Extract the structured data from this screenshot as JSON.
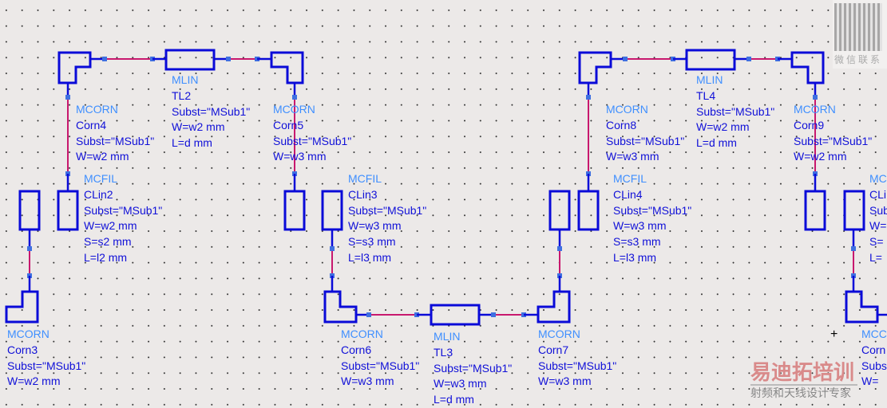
{
  "colors": {
    "component": "#0a0ad8",
    "wire": "#c8186e",
    "node": "#3f70e0",
    "type_label": "#3f8fff",
    "label": "#1010d8"
  },
  "components": [
    {
      "type": "MCORN",
      "name": "Corn4",
      "lines": [
        "Subst=\"MSub1\"",
        "W=w2 mm"
      ]
    },
    {
      "type": "MLIN",
      "name": "TL2",
      "lines": [
        "Subst=\"MSub1\"",
        "W=w2 mm",
        "L=d mm"
      ]
    },
    {
      "type": "MCORN",
      "name": "Corn5",
      "lines": [
        "Subst=\"MSub1\"",
        "W=w3 mm"
      ]
    },
    {
      "type": "MCFIL",
      "name": "CLin2",
      "lines": [
        "Subst=\"MSub1\"",
        "W=w2 mm",
        "S=s2 mm",
        "L=l2 mm"
      ]
    },
    {
      "type": "MCFIL",
      "name": "CLin3",
      "lines": [
        "Subst=\"MSub1\"",
        "W=w3 mm",
        "S=s3 mm",
        "L=l3 mm"
      ]
    },
    {
      "type": "MCORN",
      "name": "Corn3",
      "lines": [
        "Subst=\"MSub1\"",
        "W=w2 mm"
      ]
    },
    {
      "type": "MCORN",
      "name": "Corn6",
      "lines": [
        "Subst=\"MSub1\"",
        "W=w3 mm"
      ]
    },
    {
      "type": "MLIN",
      "name": "TL3",
      "lines": [
        "Subst=\"MSub1\"",
        "W=w3 mm",
        "L=d mm"
      ]
    },
    {
      "type": "MCORN",
      "name": "Corn7",
      "lines": [
        "Subst=\"MSub1\"",
        "W=w3 mm"
      ]
    },
    {
      "type": "MCORN",
      "name": "Corn8",
      "lines": [
        "Subst=\"MSub1\"",
        "W=w3 mm"
      ]
    },
    {
      "type": "MLIN",
      "name": "TL4",
      "lines": [
        "Subst=\"MSub1\"",
        "W=w2 mm",
        "L=d mm"
      ]
    },
    {
      "type": "MCORN",
      "name": "Corn9",
      "lines": [
        "Subst=\"MSub1\"",
        "W=w2 mm"
      ]
    },
    {
      "type": "MCFIL",
      "name": "CLin4",
      "lines": [
        "Subst=\"MSub1\"",
        "W=w3 mm",
        "S=s3 mm",
        "L=l3 mm"
      ]
    },
    {
      "type": "MC",
      "name": "CLi",
      "lines": [
        "Sub",
        "W=",
        "S=",
        "L="
      ]
    },
    {
      "type": "MCC",
      "name": "Corn",
      "lines": [
        "Subs",
        "W="
      ]
    }
  ],
  "watermark": {
    "qr_caption": "微信联系",
    "brand": "易迪拓培训",
    "tagline": "射频和天线设计专家"
  }
}
